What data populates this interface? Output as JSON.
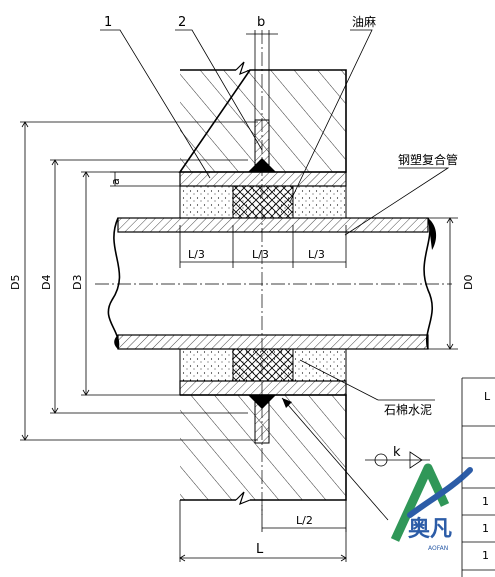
{
  "labels": {
    "ref1": "1",
    "ref2": "2",
    "b": "b",
    "oakum": "油麻",
    "pipe": "钢塑复合管",
    "asbestos": "石棉水泥",
    "a": "a",
    "third_a": "L/3",
    "third_b": "L/3",
    "third_c": "L/3",
    "half": "L/2",
    "L": "L",
    "k": "k",
    "D5": "D5",
    "D4": "D4",
    "D3": "D3",
    "D0": "D0"
  },
  "table_cells": [
    "L",
    "1",
    "1",
    "1"
  ],
  "logo": {
    "text": "奥凡",
    "small": "AOFAN",
    "color_primary": "#1f8f4a",
    "color_secondary": "#1b4fa0"
  }
}
